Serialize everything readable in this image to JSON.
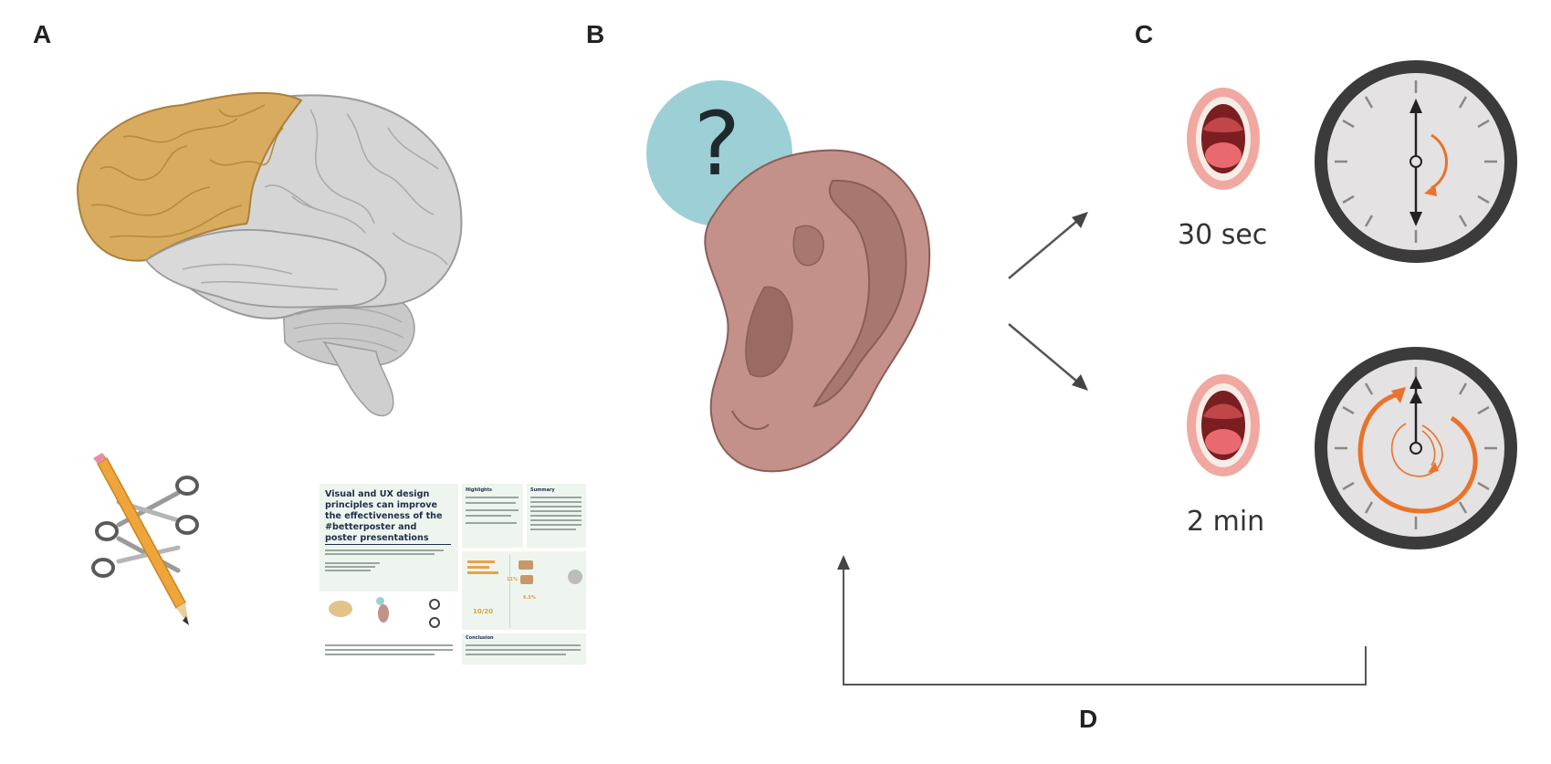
{
  "panels": {
    "a": {
      "label": "A"
    },
    "b": {
      "label": "B"
    },
    "c": {
      "label": "C"
    },
    "d": {
      "label": "D"
    }
  },
  "ear": {
    "question_mark": "?"
  },
  "conditions": [
    {
      "duration": "30 sec"
    },
    {
      "duration": "2 min"
    }
  ],
  "poster": {
    "title": "Visual and UX design principles can improve the effectiveness of the #betterposter and poster presentations",
    "highlights_heading": "Highlights",
    "summary_heading": "Summary",
    "conclusion_heading": "Conclusion",
    "stat_main": "10/20",
    "stat_a": "11%",
    "stat_b": "6.5%"
  },
  "colors": {
    "frontal_lobe": "#d8ab5e",
    "brain_gray": "#d2d2d2",
    "question_circle": "#9dcfd6",
    "ear": "#c4918a",
    "clock_rim": "#3b3b3b",
    "clock_face": "#e4e2e2",
    "rotation_arrow": "#e8732a",
    "poster_panel": "#eef5ee"
  }
}
